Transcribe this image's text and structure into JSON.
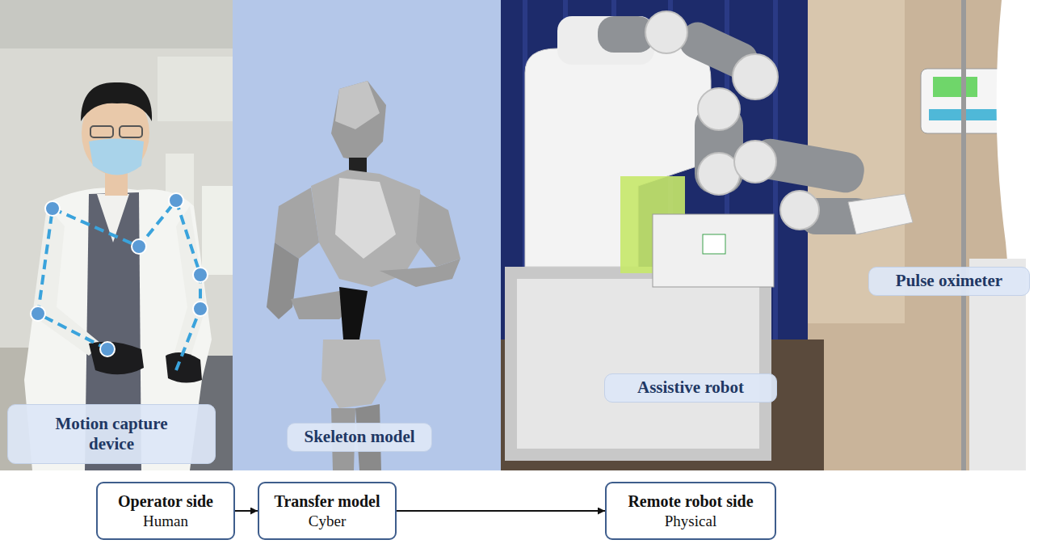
{
  "diagram": {
    "nodes": [
      {
        "text": [
          "Motion capture device"
        ]
      },
      {
        "text": [
          "Skeleton model"
        ]
      },
      {
        "text": [
          "Assistive robot"
        ]
      },
      {
        "text": [
          "Pulse oximeter"
        ]
      },
      {
        "text": [
          "Operator side",
          "Human"
        ]
      },
      {
        "text": [
          "Transfer model",
          "Cyber"
        ]
      },
      {
        "text": [
          "Remote robot side",
          "Physical"
        ]
      }
    ],
    "edges": [
      {
        "from": 4,
        "to": 5,
        "arrow": "to"
      },
      {
        "from": 5,
        "to": 6,
        "arrow": "to"
      }
    ]
  }
}
